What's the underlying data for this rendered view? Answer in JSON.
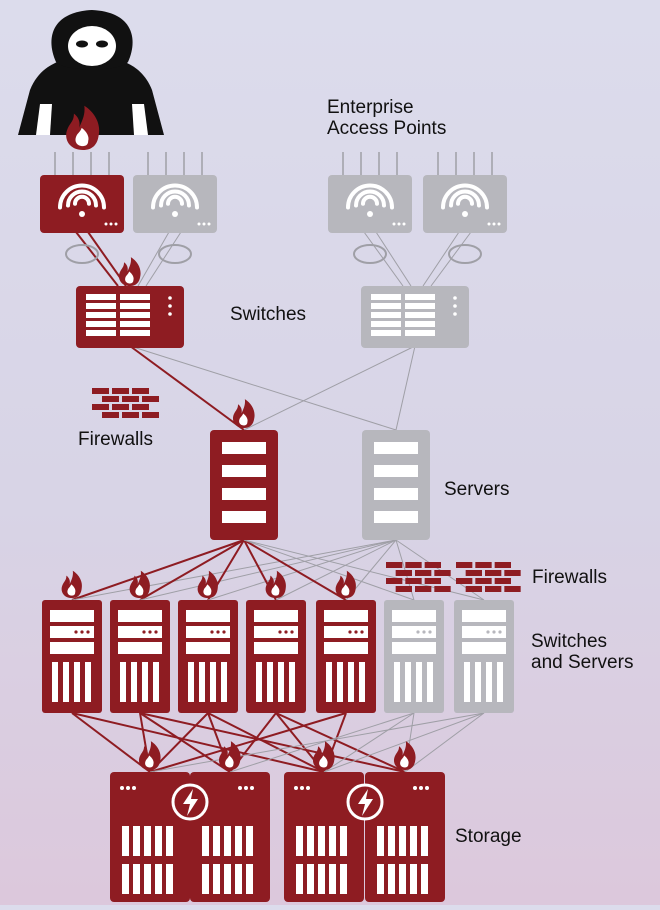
{
  "labels": {
    "access_points": "Enterprise\nAccess Points",
    "switches": "Switches",
    "firewalls_upper": "Firewalls",
    "servers": "Servers",
    "firewalls_lower": "Firewalls",
    "switches_servers": "Switches\nand Servers",
    "storage": "Storage"
  },
  "colors": {
    "compromised": "#8e1c22",
    "healthy": "#b7b7bd",
    "compromised_link": "#8e1c22",
    "healthy_link": "#9f9fa6",
    "attacker": "#111111"
  },
  "icons": {
    "attacker": "hooded-hacker-icon",
    "infection": "flame-icon",
    "access_point": "wifi-icon",
    "firewall": "brick-wall-icon",
    "storage_alert": "lightning-bolt-icon"
  },
  "state": {
    "access_points": [
      true,
      false,
      false,
      false
    ],
    "switches": [
      true,
      false
    ],
    "servers": [
      true,
      false
    ],
    "rack_switches": [
      true,
      true,
      true,
      true,
      true,
      false,
      false
    ],
    "storage": [
      true,
      true,
      true,
      true
    ]
  }
}
